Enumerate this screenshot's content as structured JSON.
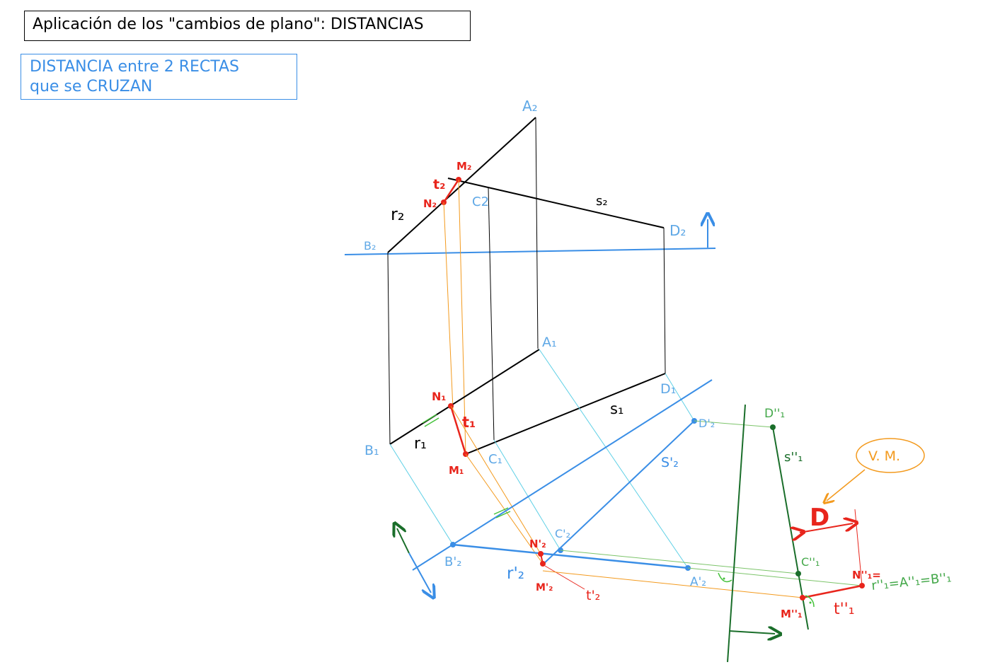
{
  "header": {
    "title": "Aplicación de los \"cambios de plano\": DISTANCIAS",
    "subtitle_line1": "DISTANCIA entre 2 RECTAS",
    "subtitle_line2": "que se CRUZAN"
  },
  "callout": {
    "text": "V. M."
  },
  "labels": {
    "A2": "A₂",
    "C2": "C2",
    "D2": "D₂",
    "B2": "B₂",
    "M2": "M₂",
    "N2": "N₂",
    "t2": "t₂",
    "r2": "r₂",
    "s2": "s₂",
    "A1": "A₁",
    "D1": "D₁",
    "B1": "B₁",
    "C1": "C₁",
    "N1": "N₁",
    "M1": "M₁",
    "t1": "t₁",
    "r1": "r₁",
    "s1": "s₁",
    "D1p": "D'₂",
    "s2p": "S'₂",
    "C2p": "C'₂",
    "B2p": "B'₂",
    "A2p": "A'₂",
    "N2p": "N'₂",
    "M2p": "M'₂",
    "r2p": "r'₂",
    "t2p": "t'₂",
    "D1pp": "D''₁",
    "s1pp": "s''₁",
    "C1pp": "C''₁",
    "N1pp": "N''₁=",
    "M1pp": "M''₁",
    "t1pp": "t''₁",
    "r1pp": "r''₁=A''₁=B''₁",
    "distance": "D"
  },
  "colors": {
    "black": "#000000",
    "blue": "#3a8ee6",
    "lightblue": "#5fd0e6",
    "red": "#e8251c",
    "orange": "#f39a1e",
    "darkgreen": "#1a6e2a",
    "lightgreen": "#7cc46a",
    "green": "#44c23a"
  }
}
